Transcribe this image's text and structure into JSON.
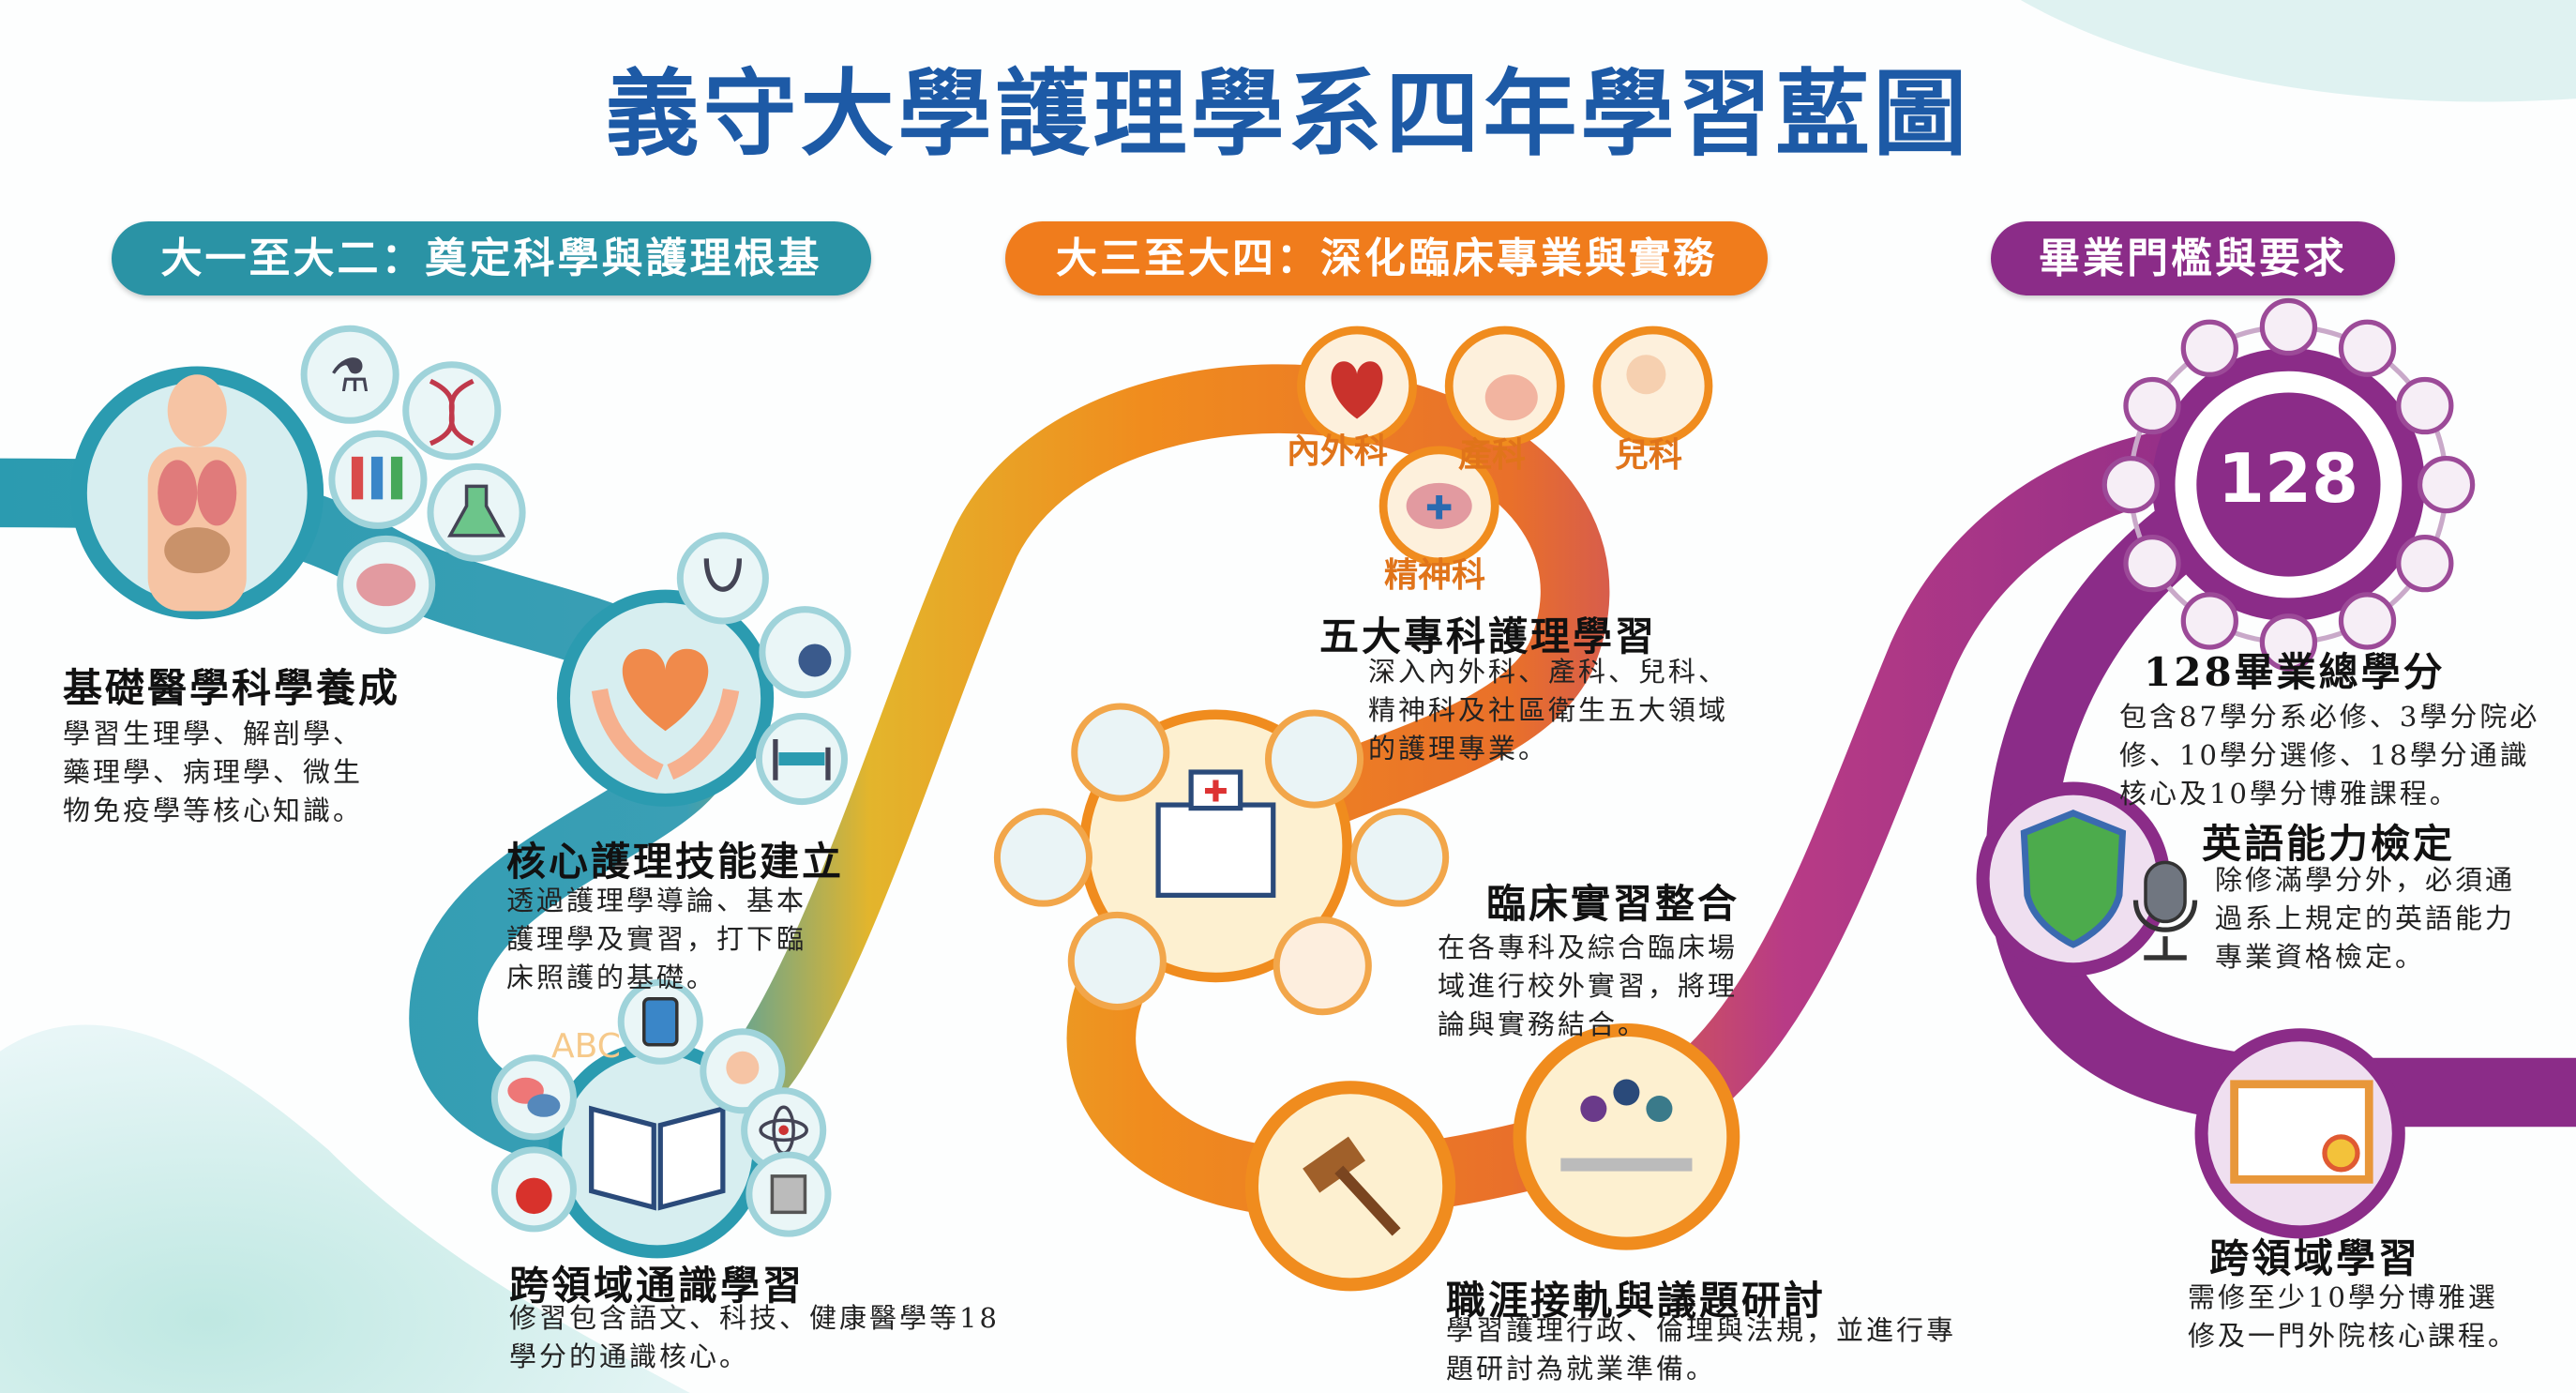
{
  "title": "義守大學護理學系四年學習藍圖",
  "colors": {
    "title": "#1d5aa6",
    "stage1": "#2a93a5",
    "stage2": "#f07c1c",
    "stage3": "#8b2c88"
  },
  "stages": [
    {
      "label": "大一至大二：奠定科學與護理根基"
    },
    {
      "label": "大三至大四：深化臨床專業與實務"
    },
    {
      "label": "畢業門檻與要求"
    }
  ],
  "specialties": {
    "internal_surgical": "內外科",
    "obstetrics": "產科",
    "pediatrics": "兒科",
    "psychiatric": "精神科"
  },
  "credits_badge": "128",
  "items": {
    "basic_science": {
      "title": "基礎醫學科學養成",
      "lines": [
        "學習生理學、解剖學、",
        "藥理學、病理學、微生",
        "物免疫學等核心知識。"
      ]
    },
    "core_skills": {
      "title": "核心護理技能建立",
      "lines": [
        "透過護理學導論、基本",
        "護理學及實習，打下臨",
        "床照護的基礎。"
      ]
    },
    "general_ed": {
      "title": "跨領域通識學習",
      "lines": [
        "修習包含語文、科技、健康醫學等18",
        "學分的通識核心。"
      ],
      "icon_text": "ABC"
    },
    "five_specialties": {
      "title": "五大專科護理學習",
      "lines": [
        "深入內外科、產科、兒科、",
        "精神科及社區衛生五大領域",
        "的護理專業。"
      ]
    },
    "clinical": {
      "title": "臨床實習整合",
      "lines": [
        "在各專科及綜合臨床場",
        "域進行校外實習，將理",
        "論與實務結合。"
      ]
    },
    "career": {
      "title": "職涯接軌與議題研討",
      "lines": [
        "學習護理行政、倫理與法規，並進行專",
        "題研討為就業準備。"
      ]
    },
    "total_credits": {
      "title": "128畢業總學分",
      "lines": [
        "包含87學分系必修、3學分院必",
        "修、10學分選修、18學分通識",
        "核心及10學分博雅課程。"
      ]
    },
    "english": {
      "title": "英語能力檢定",
      "lines": [
        "除修滿學分外，必須通",
        "過系上規定的英語能力",
        "專業資格檢定。"
      ]
    },
    "interdisciplinary": {
      "title": "跨領域學習",
      "lines": [
        "需修至少10學分博雅選",
        "修及一門外院核心課程。"
      ]
    }
  }
}
